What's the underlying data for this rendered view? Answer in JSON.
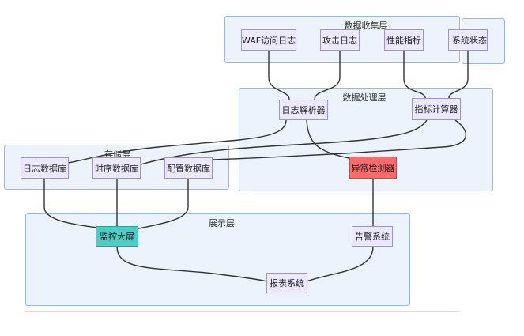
{
  "groups": {
    "collection": {
      "title": "数据收集层"
    },
    "processing": {
      "title": "数据处理层"
    },
    "storage": {
      "title": "存储层"
    },
    "display": {
      "title": "展示层"
    }
  },
  "nodes": {
    "waf_log": {
      "label": "WAF访问日志"
    },
    "attack_log": {
      "label": "攻击日志"
    },
    "perf_metrics": {
      "label": "性能指标"
    },
    "system_status": {
      "label": "系统状态"
    },
    "log_parser": {
      "label": "日志解析器"
    },
    "metric_calc": {
      "label": "指标计算器"
    },
    "anomaly_detector": {
      "label": "异常检测器"
    },
    "log_db": {
      "label": "日志数据库"
    },
    "tsdb": {
      "label": "时序数据库"
    },
    "config_db": {
      "label": "配置数据库"
    },
    "dashboard": {
      "label": "监控大屏"
    },
    "alert_system": {
      "label": "告警系统"
    },
    "report_system": {
      "label": "报表系统"
    }
  },
  "colors": {
    "group_fill": "#ecf3fd",
    "group_border": "#9bb7d9",
    "node_fill": "#ece8ff",
    "node_border": "#9f92d9",
    "anomaly_fill": "#ff6b6b",
    "dashboard_fill": "#4ecdc4",
    "edge": "#333333"
  }
}
